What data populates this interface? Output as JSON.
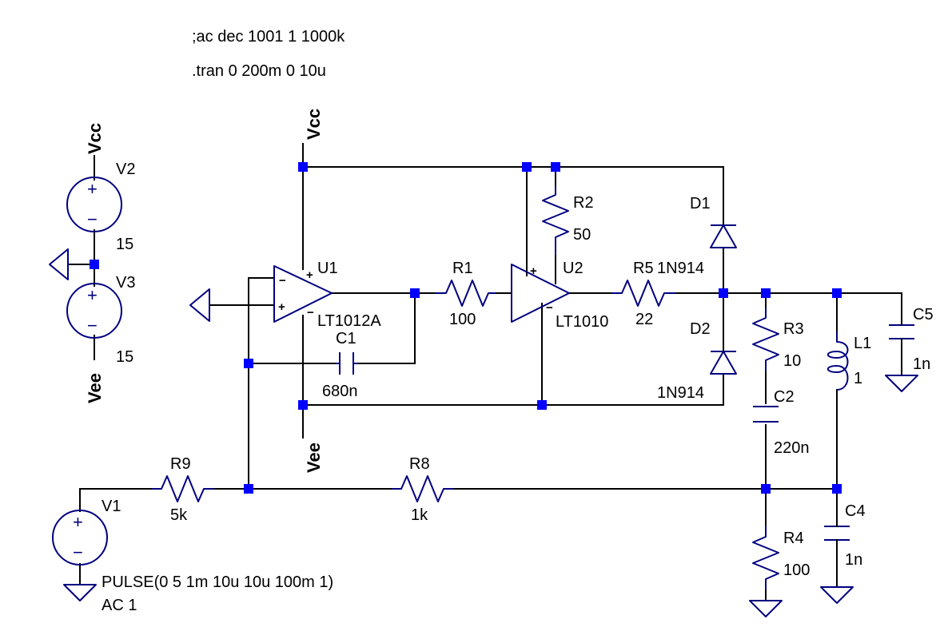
{
  "directives": {
    "ac": ";ac dec 1001 1 1000k",
    "tran": ".tran 0 200m 0 10u"
  },
  "components": {
    "v1": {
      "name": "V1",
      "value1": "PULSE(0 5 1m 10u 10u 100m 1)",
      "value2": "AC 1"
    },
    "v2": {
      "name": "V2",
      "value": "15"
    },
    "v3": {
      "name": "V3",
      "value": "15"
    },
    "u1": {
      "name": "U1",
      "model": "LT1012A"
    },
    "u2": {
      "name": "U2",
      "model": "LT1010"
    },
    "r1": {
      "name": "R1",
      "value": "100"
    },
    "r2": {
      "name": "R2",
      "value": "50"
    },
    "r3": {
      "name": "R3",
      "value": "10"
    },
    "r4": {
      "name": "R4",
      "value": "100"
    },
    "r5": {
      "name": "R5",
      "value": "22"
    },
    "r8": {
      "name": "R8",
      "value": "1k"
    },
    "r9": {
      "name": "R9",
      "value": "5k"
    },
    "c1": {
      "name": "C1",
      "value": "680n"
    },
    "c2": {
      "name": "C2",
      "value": "220n"
    },
    "c4": {
      "name": "C4",
      "value": "1n"
    },
    "c5": {
      "name": "C5",
      "value": "1n"
    },
    "l1": {
      "name": "L1",
      "value": "1"
    },
    "d1": {
      "name": "D1",
      "model": "1N914"
    },
    "d2": {
      "name": "D2",
      "model": "1N914"
    }
  },
  "nets": {
    "vcc": "Vcc",
    "vee": "Vee"
  },
  "pins": {
    "plus": "+",
    "minus": "−"
  },
  "colors": {
    "wire": "#000000",
    "component": "#000080",
    "junction": "#0000ff",
    "text": "#000000"
  }
}
